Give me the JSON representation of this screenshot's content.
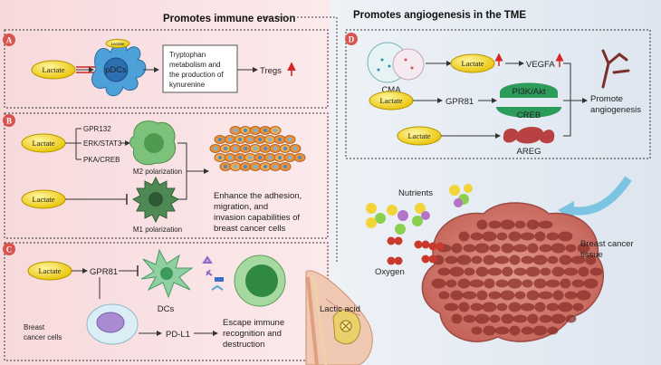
{
  "headers": {
    "left": "Promotes immune evasion",
    "right": "Promotes angiogenesis in the TME"
  },
  "panel_a": {
    "badge": "A",
    "lactate": "Lactate",
    "receptor_label": "Lactate",
    "cell": "pDCs",
    "box_lines": [
      "Tryptophan",
      "metabolism and",
      "the production of",
      "kynurenine"
    ],
    "tregs": "Tregs"
  },
  "panel_b": {
    "badge": "B",
    "lactate": "Lactate",
    "pathways": [
      "GPR132",
      "ERK/STAT3",
      "PKA/CREB"
    ],
    "m2": "M2 polarization",
    "m1": "M1 polarization",
    "effect_lines": [
      "Enhance the adhesion,",
      "migration, and",
      "invasion capabilities of",
      "breast cancer cells"
    ]
  },
  "panel_c": {
    "badge": "C",
    "lactate": "Lactate",
    "gpr81": "GPR81",
    "dcs": "DCs",
    "breast_cells_lines": [
      "Breast",
      "cancer cells"
    ],
    "pdl1": "PD-L1",
    "escape_lines": [
      "Escape immune",
      "recognition and",
      "destruction"
    ]
  },
  "panel_d": {
    "badge": "D",
    "cma": "CMA",
    "lactate": "Lactate",
    "vegfa": "VEGFA",
    "gpr81": "GPR81",
    "pi3k": "PI3K/Akt",
    "creb": "CREB",
    "areg": "AREG",
    "promote_lines": [
      "Promote",
      "angiogenesis"
    ]
  },
  "tme": {
    "nutrients": "Nutrients",
    "oxygen": "Oxygen",
    "tissue_lines": [
      "Breast cancer",
      "tissue"
    ],
    "lactic_acid": "Lactic acid",
    "tissue_icon": "tumor-mass-icon",
    "breast_icon": "breast-anatomy-icon"
  },
  "colors": {
    "left_bg": "#f7dcde",
    "right_bg": "#e6ecf3",
    "badge": "#d9534f",
    "lactate_yellow": "#f2d31b",
    "up_arrow": "#d62728",
    "macrophage_green": "#6fb36f",
    "tumor_red": "#c9695f"
  }
}
